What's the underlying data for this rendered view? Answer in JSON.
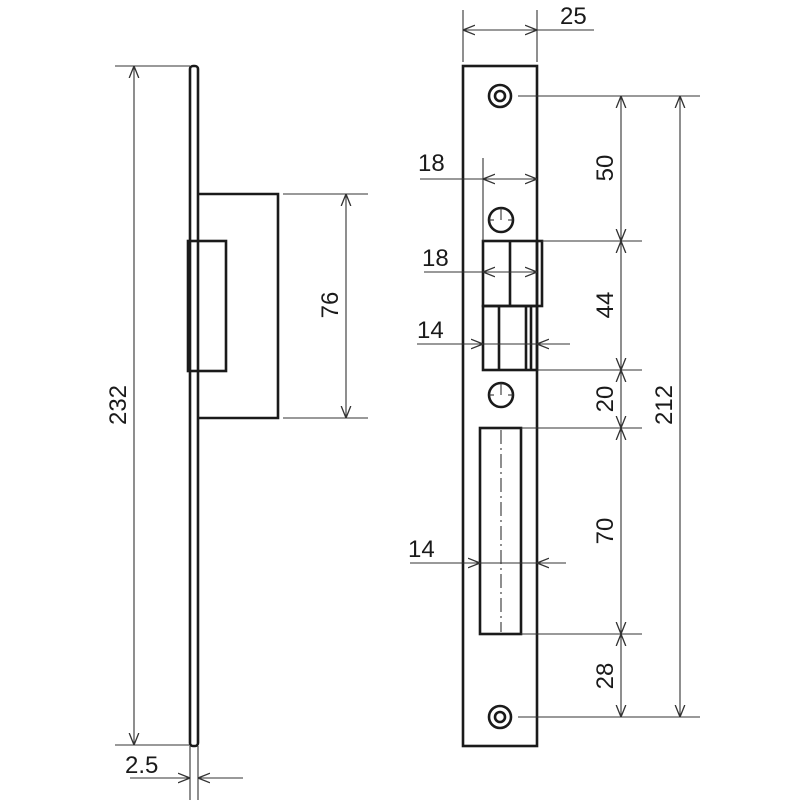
{
  "drawing": {
    "title": "Lock strike plate technical drawing",
    "side_view": {
      "dimensions": {
        "total_height": "232",
        "box_height": "76",
        "plate_thickness": "2.5"
      }
    },
    "front_view": {
      "dimensions": {
        "width": "25",
        "latch_offset_top": "18",
        "latch_offset_bottom": "18",
        "latch_width": "14",
        "bolt_width": "14",
        "seg_50": "50",
        "seg_44": "44",
        "seg_20": "20",
        "seg_70": "70",
        "seg_28": "28",
        "hole_spacing": "212"
      }
    },
    "colors": {
      "line": "#1a1a1a",
      "background": "#ffffff"
    }
  }
}
